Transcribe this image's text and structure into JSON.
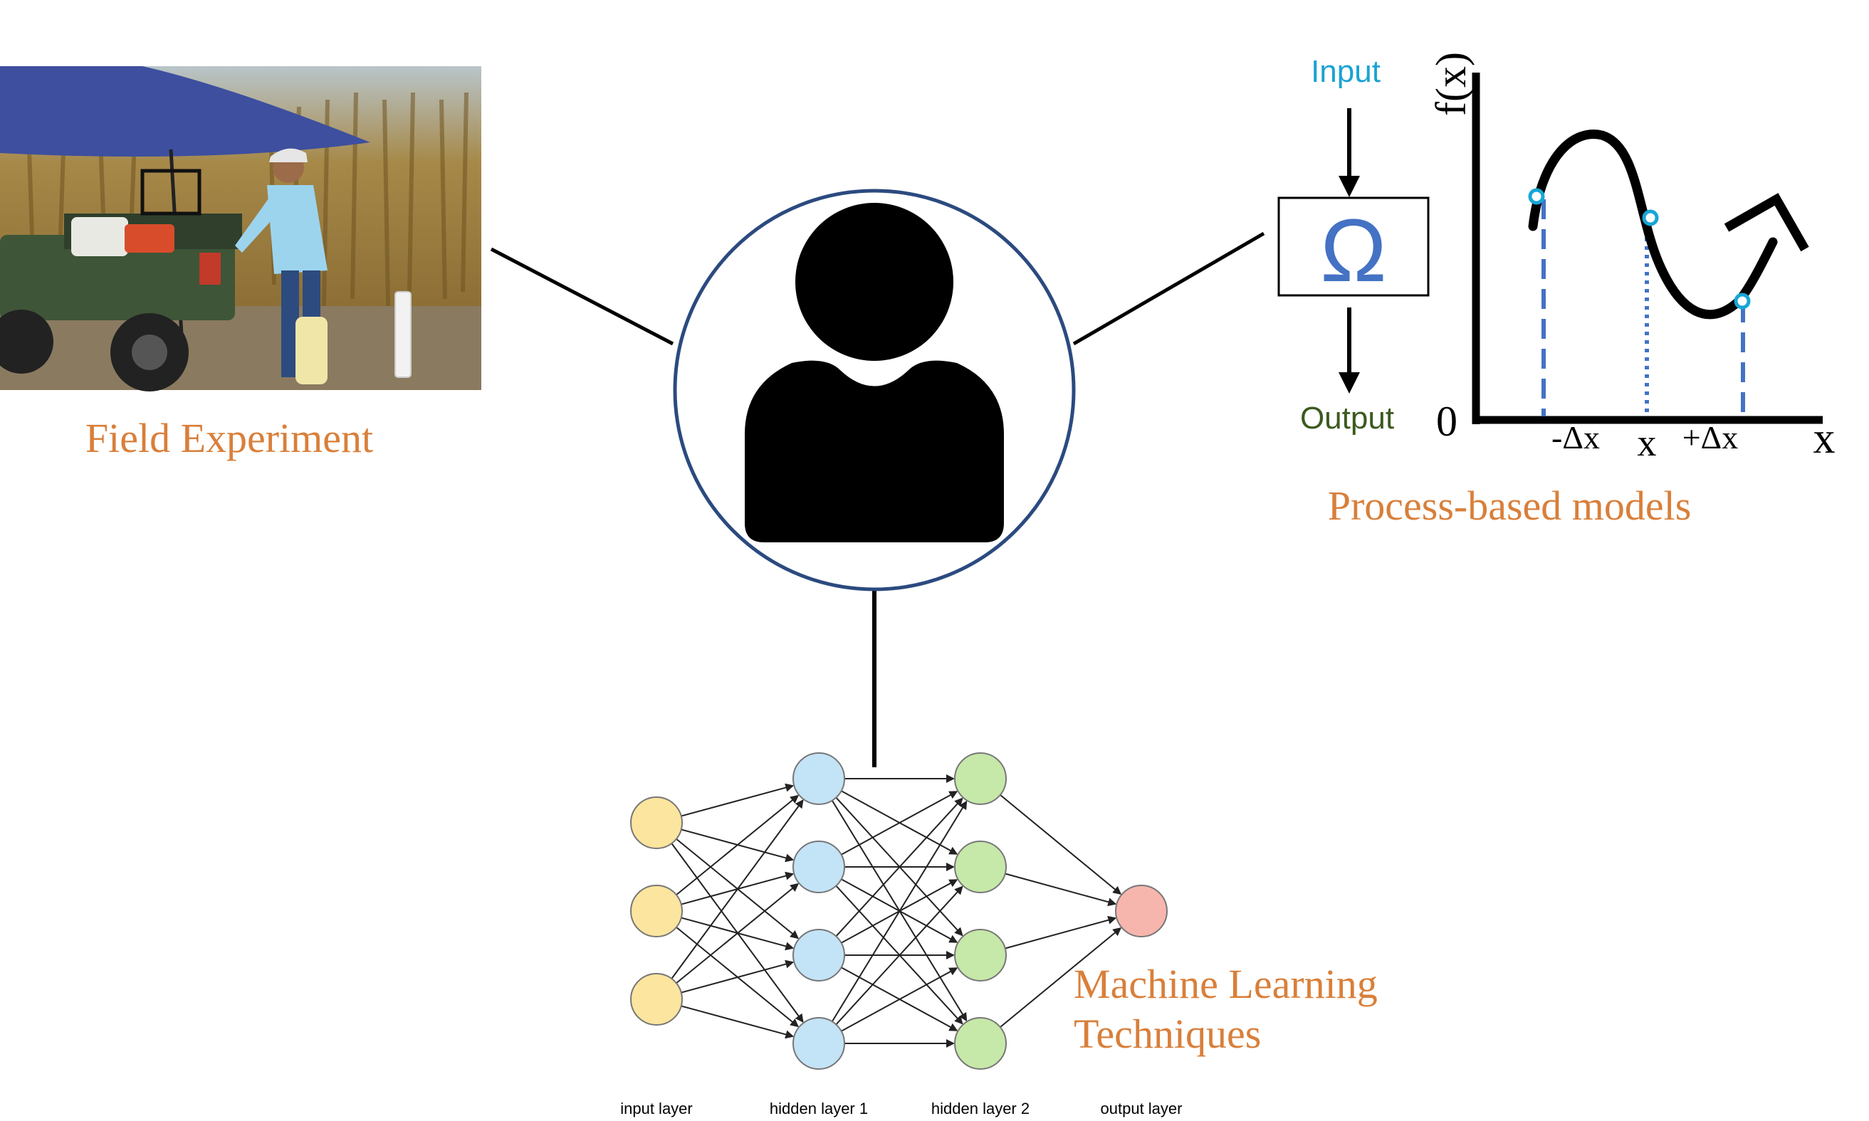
{
  "field": {
    "label": "Field Experiment",
    "photo_description_icon": "field-photo-icon"
  },
  "center": {
    "icon": "person-icon"
  },
  "process": {
    "label": "Process-based models",
    "input_label": "Input",
    "output_label": "Output",
    "box_symbol": "Ω",
    "axis_y_label": "f(x)",
    "axis_x_label": "x",
    "origin_label": "0",
    "tick_minus": "-Δx",
    "tick_center": "x",
    "tick_plus": "+Δx"
  },
  "ml": {
    "label_line1": "Machine Learning",
    "label_line2": "Techniques",
    "layers": [
      {
        "name": "input layer",
        "nodes": 3,
        "color": "#fce59e"
      },
      {
        "name": "hidden layer 1",
        "nodes": 4,
        "color": "#c3e3f7"
      },
      {
        "name": "hidden layer 2",
        "nodes": 4,
        "color": "#c6e8a8"
      },
      {
        "name": "output layer",
        "nodes": 1,
        "color": "#f7b6ad"
      }
    ]
  },
  "colors": {
    "label_orange": "#d97f3a",
    "circle_navy": "#2b4a7f",
    "input_cyan": "#1aa3d4",
    "output_green": "#3b5a1f",
    "omega_blue": "#4472c4",
    "dash_blue": "#4472c4",
    "point_cyan": "#17a6d6"
  }
}
